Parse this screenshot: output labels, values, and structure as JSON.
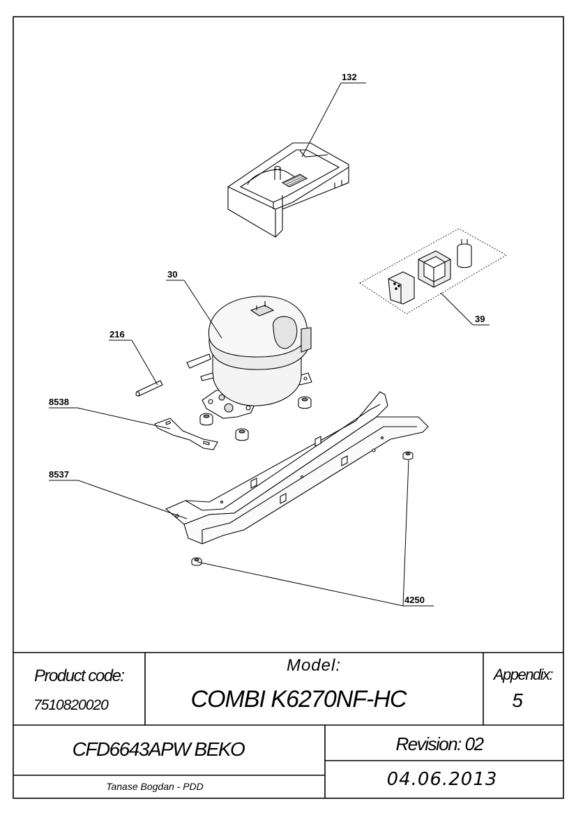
{
  "callouts": {
    "c132": "132",
    "c30": "30",
    "c39": "39",
    "c216": "216",
    "c8538": "8538",
    "c8537": "8537",
    "c4250": "4250"
  },
  "title_block": {
    "product_code_label": "Product code:",
    "product_code": "7510820020",
    "model_label": "Model:",
    "model": "COMBI K6270NF-HC",
    "appendix_label": "Appendix:",
    "appendix": "5",
    "product_name": "CFD6643APW BEKO",
    "revision": "Revision: 02",
    "author": "Tanase Bogdan - PDD",
    "date": "04.06.2013"
  }
}
